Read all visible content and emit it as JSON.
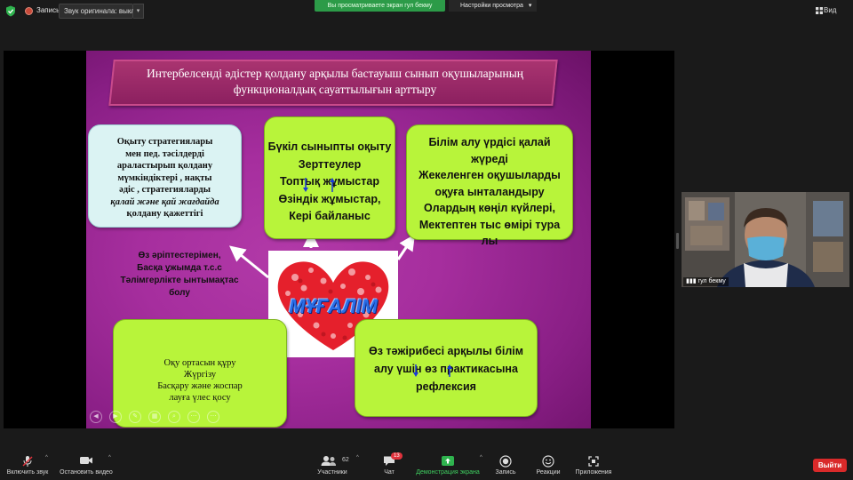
{
  "top_bar": {
    "record_label": "Запись",
    "sound_button": "Звук оригинала: выкл.",
    "share_banner": "Вы просматриваете экран гул бекму",
    "view_settings": "Настройки просмотра",
    "view_label": "Вид"
  },
  "slide": {
    "title": "Интербелсенді әдістер қолдану арқылы бастауыш  сынып оқушыларының функционалдық сауаттылығын арттыру",
    "box_strategies": {
      "lines": [
        "Оқыту стратегиялары",
        "мен  пед. тәсілдерді",
        "араластырып қолдану",
        "мүмкіндіктері , нақты",
        "әдіс , стратегияларды",
        "қалай  және қай жағдайда",
        "қолдану қажеттігі"
      ]
    },
    "box_class": {
      "lines": [
        "Бүкіл сыныпты оқыту",
        "Зерттеулер",
        "Топтық жұмыстар",
        "Өзіндік жұмыстар,",
        "Кері байланыс"
      ]
    },
    "box_learning": {
      "lines": [
        "Білім алу үрдісі қалай",
        "жүреді",
        "Жекеленген оқушыларды",
        "оқуға ынталандыру",
        "Олардың көңіл күйлері,",
        "Мектептен тыс өмірі тура",
        "лы"
      ]
    },
    "colleague_text": {
      "lines": [
        "Өз әріптестерімен,",
        "Басқа ұжымда т.с.с",
        "Тәлімгерлікте ынтымақтас",
        "болу"
      ]
    },
    "center_label": "МҰҒАЛІМ",
    "box_environment": {
      "lines": [
        "Оқу ортасын құру",
        "Жүргізу",
        "Басқару және жоспар",
        "лауға үлес қосу"
      ]
    },
    "box_experience": {
      "lines": [
        "Өз тәжірибесі арқылы білім",
        "алу  үшін өз практикасына",
        "рефлексия"
      ]
    }
  },
  "participant": {
    "name": "гул бекму"
  },
  "toolbar": {
    "mute_label": "Включить звук",
    "video_label": "Остановить видео",
    "participants_label": "Участники",
    "participants_count": "62",
    "chat_label": "Чат",
    "chat_badge": "13",
    "share_label": "Демонстрация экрана",
    "record_label": "Запись",
    "reactions_label": "Реакции",
    "apps_label": "Приложения",
    "leave_label": "Выйти"
  },
  "colors": {
    "share_green": "#2c9b48",
    "slide_magenta": "#a62e9e",
    "box_green": "#b8f43a",
    "box_light_blue": "#dbf3f3",
    "leave_red": "#d92a2a"
  }
}
